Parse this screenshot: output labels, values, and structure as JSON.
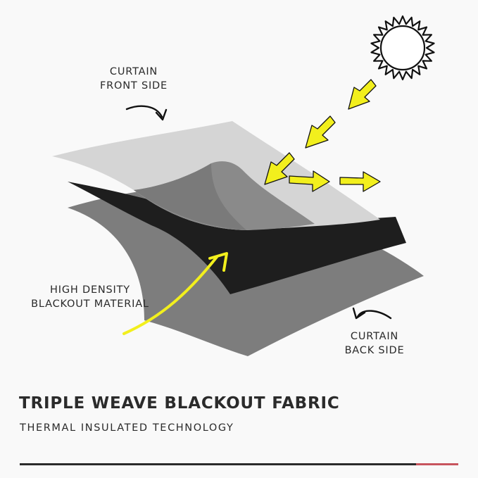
{
  "labels": {
    "front_line1": "CURTAIN",
    "front_line2": "FRONT SIDE",
    "material_line1": "HIGH DENSITY",
    "material_line2": "BLACKOUT MATERIAL",
    "back_line1": "CURTAIN",
    "back_line2": "BACK SIDE"
  },
  "heading": {
    "title": "TRIPLE WEAVE BLACKOUT FABRIC",
    "subtitle": "THERMAL INSULATED TECHNOLOGY"
  },
  "colors": {
    "front_layer": "#d5d5d5",
    "middle_layer": "#1e1e1e",
    "back_layer": "#7d7d7d",
    "arrow_yellow": "#f2ef1d",
    "text": "#2b2b2b",
    "accent_rule": "#c8555e"
  }
}
